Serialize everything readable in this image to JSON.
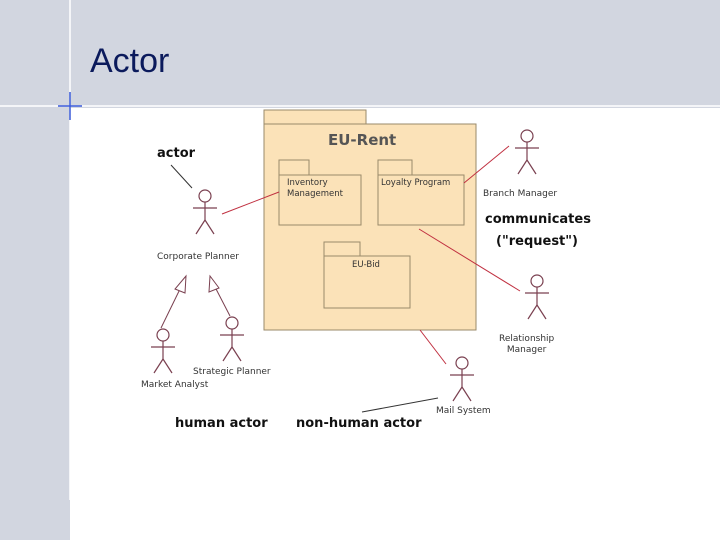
{
  "slide": {
    "title": "Actor"
  },
  "diagram": {
    "system_package": "EU-Rent",
    "sub_packages": {
      "inventory": "Inventory\nManagement",
      "loyalty": "Loyalty Program",
      "bid": "EU-Bid"
    },
    "actors": {
      "corporate_planner": "Corporate Planner",
      "market_analyst": "Market Analyst",
      "strategic_planner": "Strategic Planner",
      "branch_manager": "Branch Manager",
      "relationship_manager": "Relationship\nManager",
      "mail_system": "Mail System"
    },
    "annotations": {
      "actor": "actor",
      "communicates": "communicates",
      "request": "(\"request\")",
      "human_actor": "human actor",
      "non_human_actor": "non-human actor"
    }
  },
  "colors": {
    "header_band": "#d2d6e0",
    "title_text": "#0b1a5c",
    "package_fill": "#fbe2b8",
    "line_red": "#c03040"
  }
}
